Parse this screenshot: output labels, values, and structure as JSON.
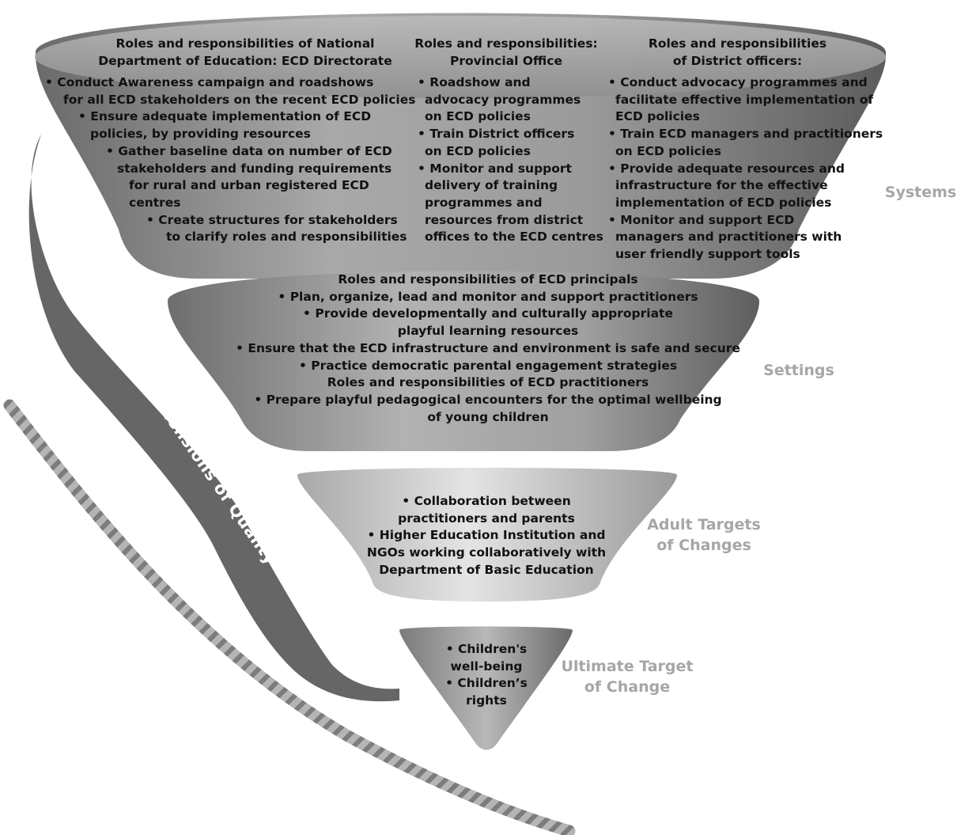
{
  "tiers": {
    "systems": {
      "label": "Systems",
      "national": {
        "header_1": "Roles and responsibilities of National",
        "header_2": "Department of Education: ECD Directorate",
        "lines": [
          "• Conduct Awareness campaign and roadshows",
          "for all ECD stakeholders on the recent ECD policies",
          "• Ensure adequate implementation of ECD",
          "policies, by providing resources",
          "• Gather baseline data on number of ECD",
          "stakeholders and funding requirements",
          "for rural and urban registered ECD",
          "centres",
          "• Create structures for stakeholders",
          "to clarify roles and responsibilities"
        ]
      },
      "provincial": {
        "header_1": "Roles and responsibilities:",
        "header_2": "Provincial Office",
        "lines": [
          "• Roadshow and",
          "advocacy programmes",
          "on ECD policies",
          "• Train District officers",
          "on ECD policies",
          "• Monitor and support",
          "delivery of training",
          "programmes and",
          "resources from district",
          "offices to the ECD centres"
        ]
      },
      "district": {
        "header_1": "Roles and responsibilities",
        "header_2": "of District officers:",
        "lines": [
          "• Conduct advocacy programmes and",
          "facilitate effective implementation of",
          "ECD policies",
          "• Train ECD managers and practitioners",
          "on ECD policies",
          "• Provide adequate resources and",
          "infrastructure for the effective",
          "implementation of ECD policies",
          "• Monitor and support ECD",
          "managers and practitioners with",
          "user friendly support tools"
        ]
      }
    },
    "settings": {
      "label": "Settings",
      "lines": [
        "Roles and responsibilities of ECD principals",
        "• Plan, organize, lead and monitor and support practitioners",
        "• Provide developmentally and culturally appropriate",
        "playful learning resources",
        "• Ensure that the ECD infrastructure and environment is safe and secure",
        "• Practice democratic parental engagement strategies",
        "Roles and responsibilities of ECD practitioners",
        "• Prepare playful pedagogical encounters for the optimal wellbeing",
        "of  young children"
      ]
    },
    "adult": {
      "label_1": "Adult Targets",
      "label_2": "of Changes",
      "lines": [
        "• Collaboration between",
        "practitioners and parents",
        "• Higher Education Institution and",
        "NGOs working collaboratively with",
        "Department of Basic Education"
      ]
    },
    "ultimate": {
      "label_1": "Ultimate Target",
      "label_2": "of Change",
      "lines": [
        "• Children's",
        "well-being",
        "• Children’s",
        "rights"
      ]
    }
  },
  "cross_cutting": {
    "label": "Cross-Cutting Dimensions of Quality"
  },
  "colors": {
    "tier_dark": "#5e5e5e",
    "tier_mid": "#8c8c8c",
    "tier_light": "#c8c8c8",
    "label_grey": "#a6a6a6",
    "arrow": "#6b6b6b",
    "rope": "#9a9a9a"
  },
  "icons": {
    "rope": "rope-graphic",
    "arrow": "curved-arrow-graphic"
  }
}
